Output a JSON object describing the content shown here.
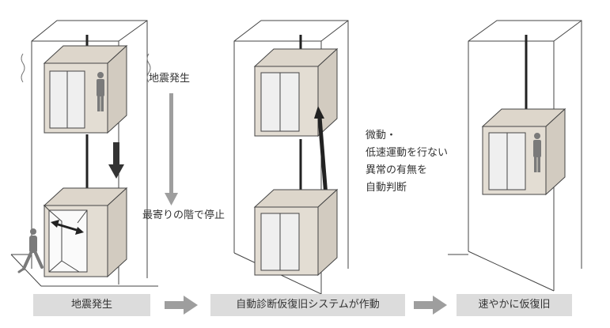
{
  "annotations": {
    "quake_label": "地震発生",
    "stop_label": "最寄りの階で停止",
    "diag_line1": "微動・",
    "diag_line2": "低速運動を行ない",
    "diag_line3": "異常の有無を",
    "diag_line4": "自動判断"
  },
  "steps": [
    {
      "label": "地震発生"
    },
    {
      "label": "自動診断仮復旧システムが作動"
    },
    {
      "label": "速やかに仮復旧"
    }
  ],
  "colors": {
    "car_fill": "#e3ddd3",
    "car_side": "#d2cbc0",
    "door_fill": "#efefef",
    "arrow_dark": "#333333",
    "arrow_gray": "#9e9e9e",
    "step_bg": "#dcdcdc",
    "line": "#444444",
    "figure": "#7a7a7a"
  }
}
